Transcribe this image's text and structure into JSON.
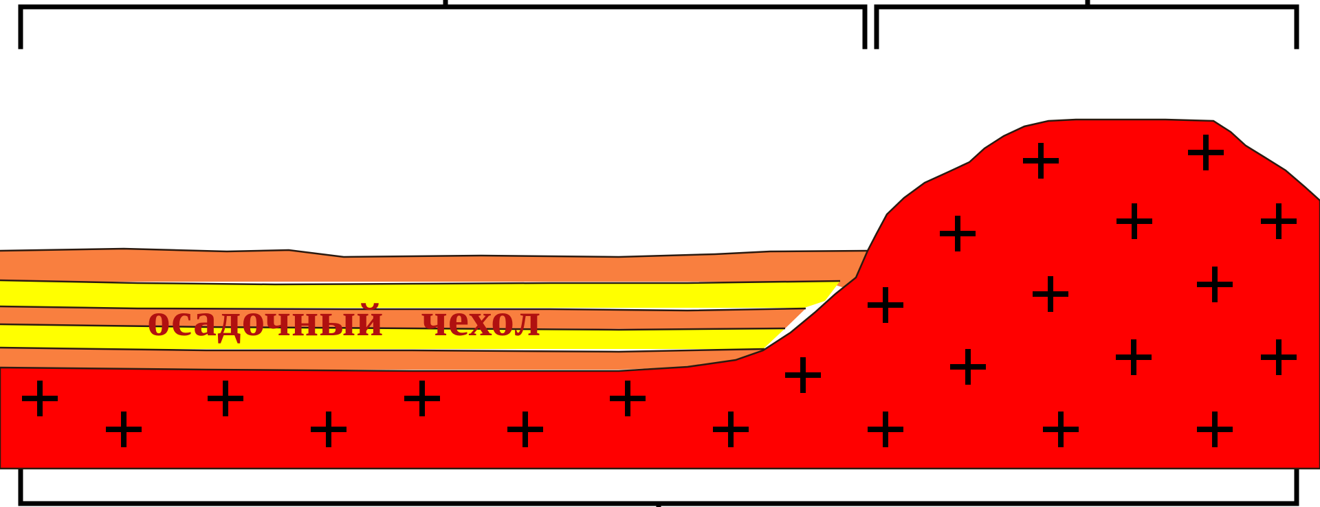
{
  "diagram": {
    "caption": "осадочный   чехол",
    "colors": {
      "basement": "#ff0000",
      "sediment_orange": "#f97f3f",
      "sediment_yellow": "#ffff00",
      "caption_text": "#b01010",
      "cross_marks": "#000000",
      "brackets": "#000000",
      "background": "#ffffff"
    },
    "elements": {
      "top_brackets": 2,
      "bottom_brackets": 1,
      "sediment_bands": [
        "orange",
        "yellow",
        "orange",
        "yellow",
        "orange"
      ]
    }
  }
}
